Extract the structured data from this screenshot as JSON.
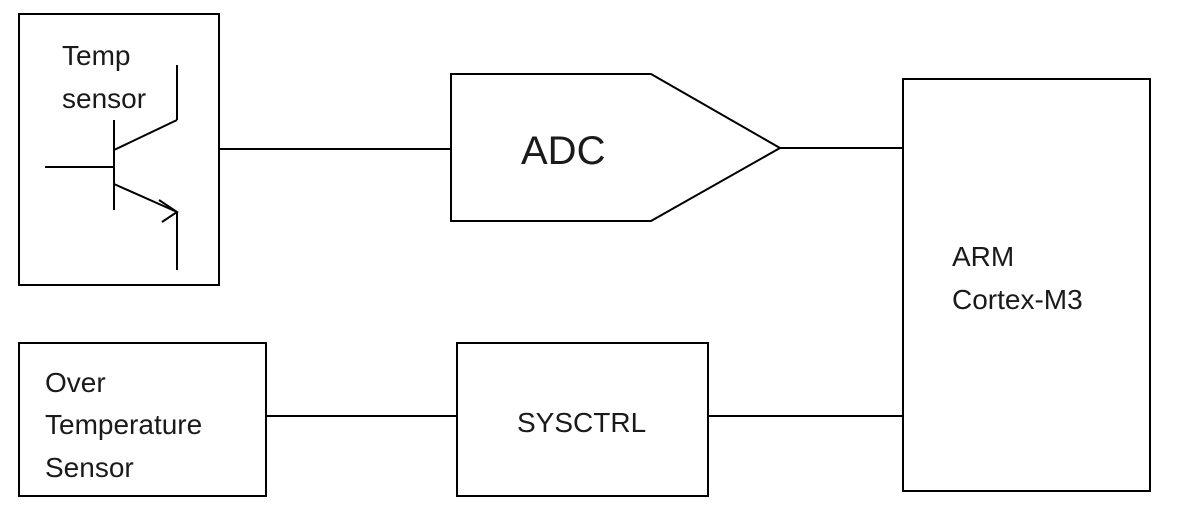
{
  "blocks": {
    "temp_sensor": {
      "label_line1": "Temp",
      "label_line2": "sensor"
    },
    "adc": {
      "label": "ADC"
    },
    "arm": {
      "label_line1": "ARM",
      "label_line2": "Cortex-M3"
    },
    "over_temp_sensor": {
      "label_line1": "Over",
      "label_line2": "Temperature",
      "label_line3": "Sensor"
    },
    "sysctrl": {
      "label": "SYSCTRL"
    }
  }
}
